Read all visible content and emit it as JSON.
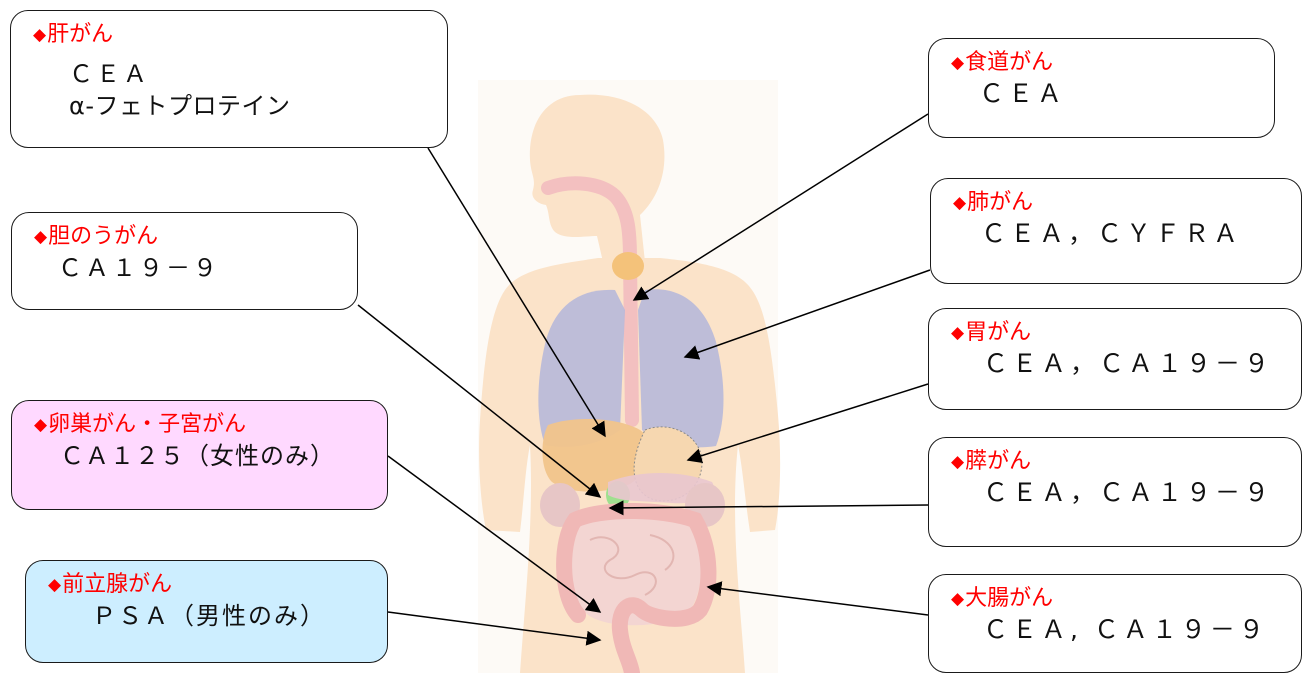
{
  "colors": {
    "title_text": "#ff0000",
    "marker_text": "#111111",
    "box_border": "#1a1a1a",
    "female_box_fill": "#ffd9ff",
    "male_box_fill": "#cdeeff",
    "body_skin": "#fbe3c9",
    "lungs": "#b7b8d9",
    "liver": "#f1c48b",
    "thyroid": "#f4c27a",
    "gallbladder": "#9fe08f",
    "intestine": "#f3c7c6"
  },
  "boxes": {
    "liver": {
      "title": "肝がん",
      "markers": [
        "ＣＥＡ",
        "α-フェトプロテイン"
      ]
    },
    "gallbladder": {
      "title": "胆のうがん",
      "markers": [
        "ＣＡ１９－９"
      ]
    },
    "ovary_uterus": {
      "title": "卵巣がん・子宮がん",
      "markers": [
        "ＣＡ１２５（女性のみ）"
      ]
    },
    "prostate": {
      "title": "前立腺がん",
      "markers": [
        "ＰＳＡ（男性のみ）"
      ]
    },
    "esophagus": {
      "title": "食道がん",
      "markers": [
        "ＣＥＡ"
      ]
    },
    "lung": {
      "title": "肺がん",
      "markers": [
        "ＣＥＡ，ＣＹＦＲＡ"
      ]
    },
    "stomach": {
      "title": "胃がん",
      "markers": [
        "ＣＥＡ，ＣＡ１９－９"
      ]
    },
    "pancreas": {
      "title": "膵がん",
      "markers": [
        "ＣＥＡ，ＣＡ１９－９"
      ]
    },
    "colon": {
      "title": "大腸がん",
      "markers": [
        "ＣＥＡ, ＣＡ１９－９"
      ]
    }
  },
  "diamond_symbol": "◆"
}
